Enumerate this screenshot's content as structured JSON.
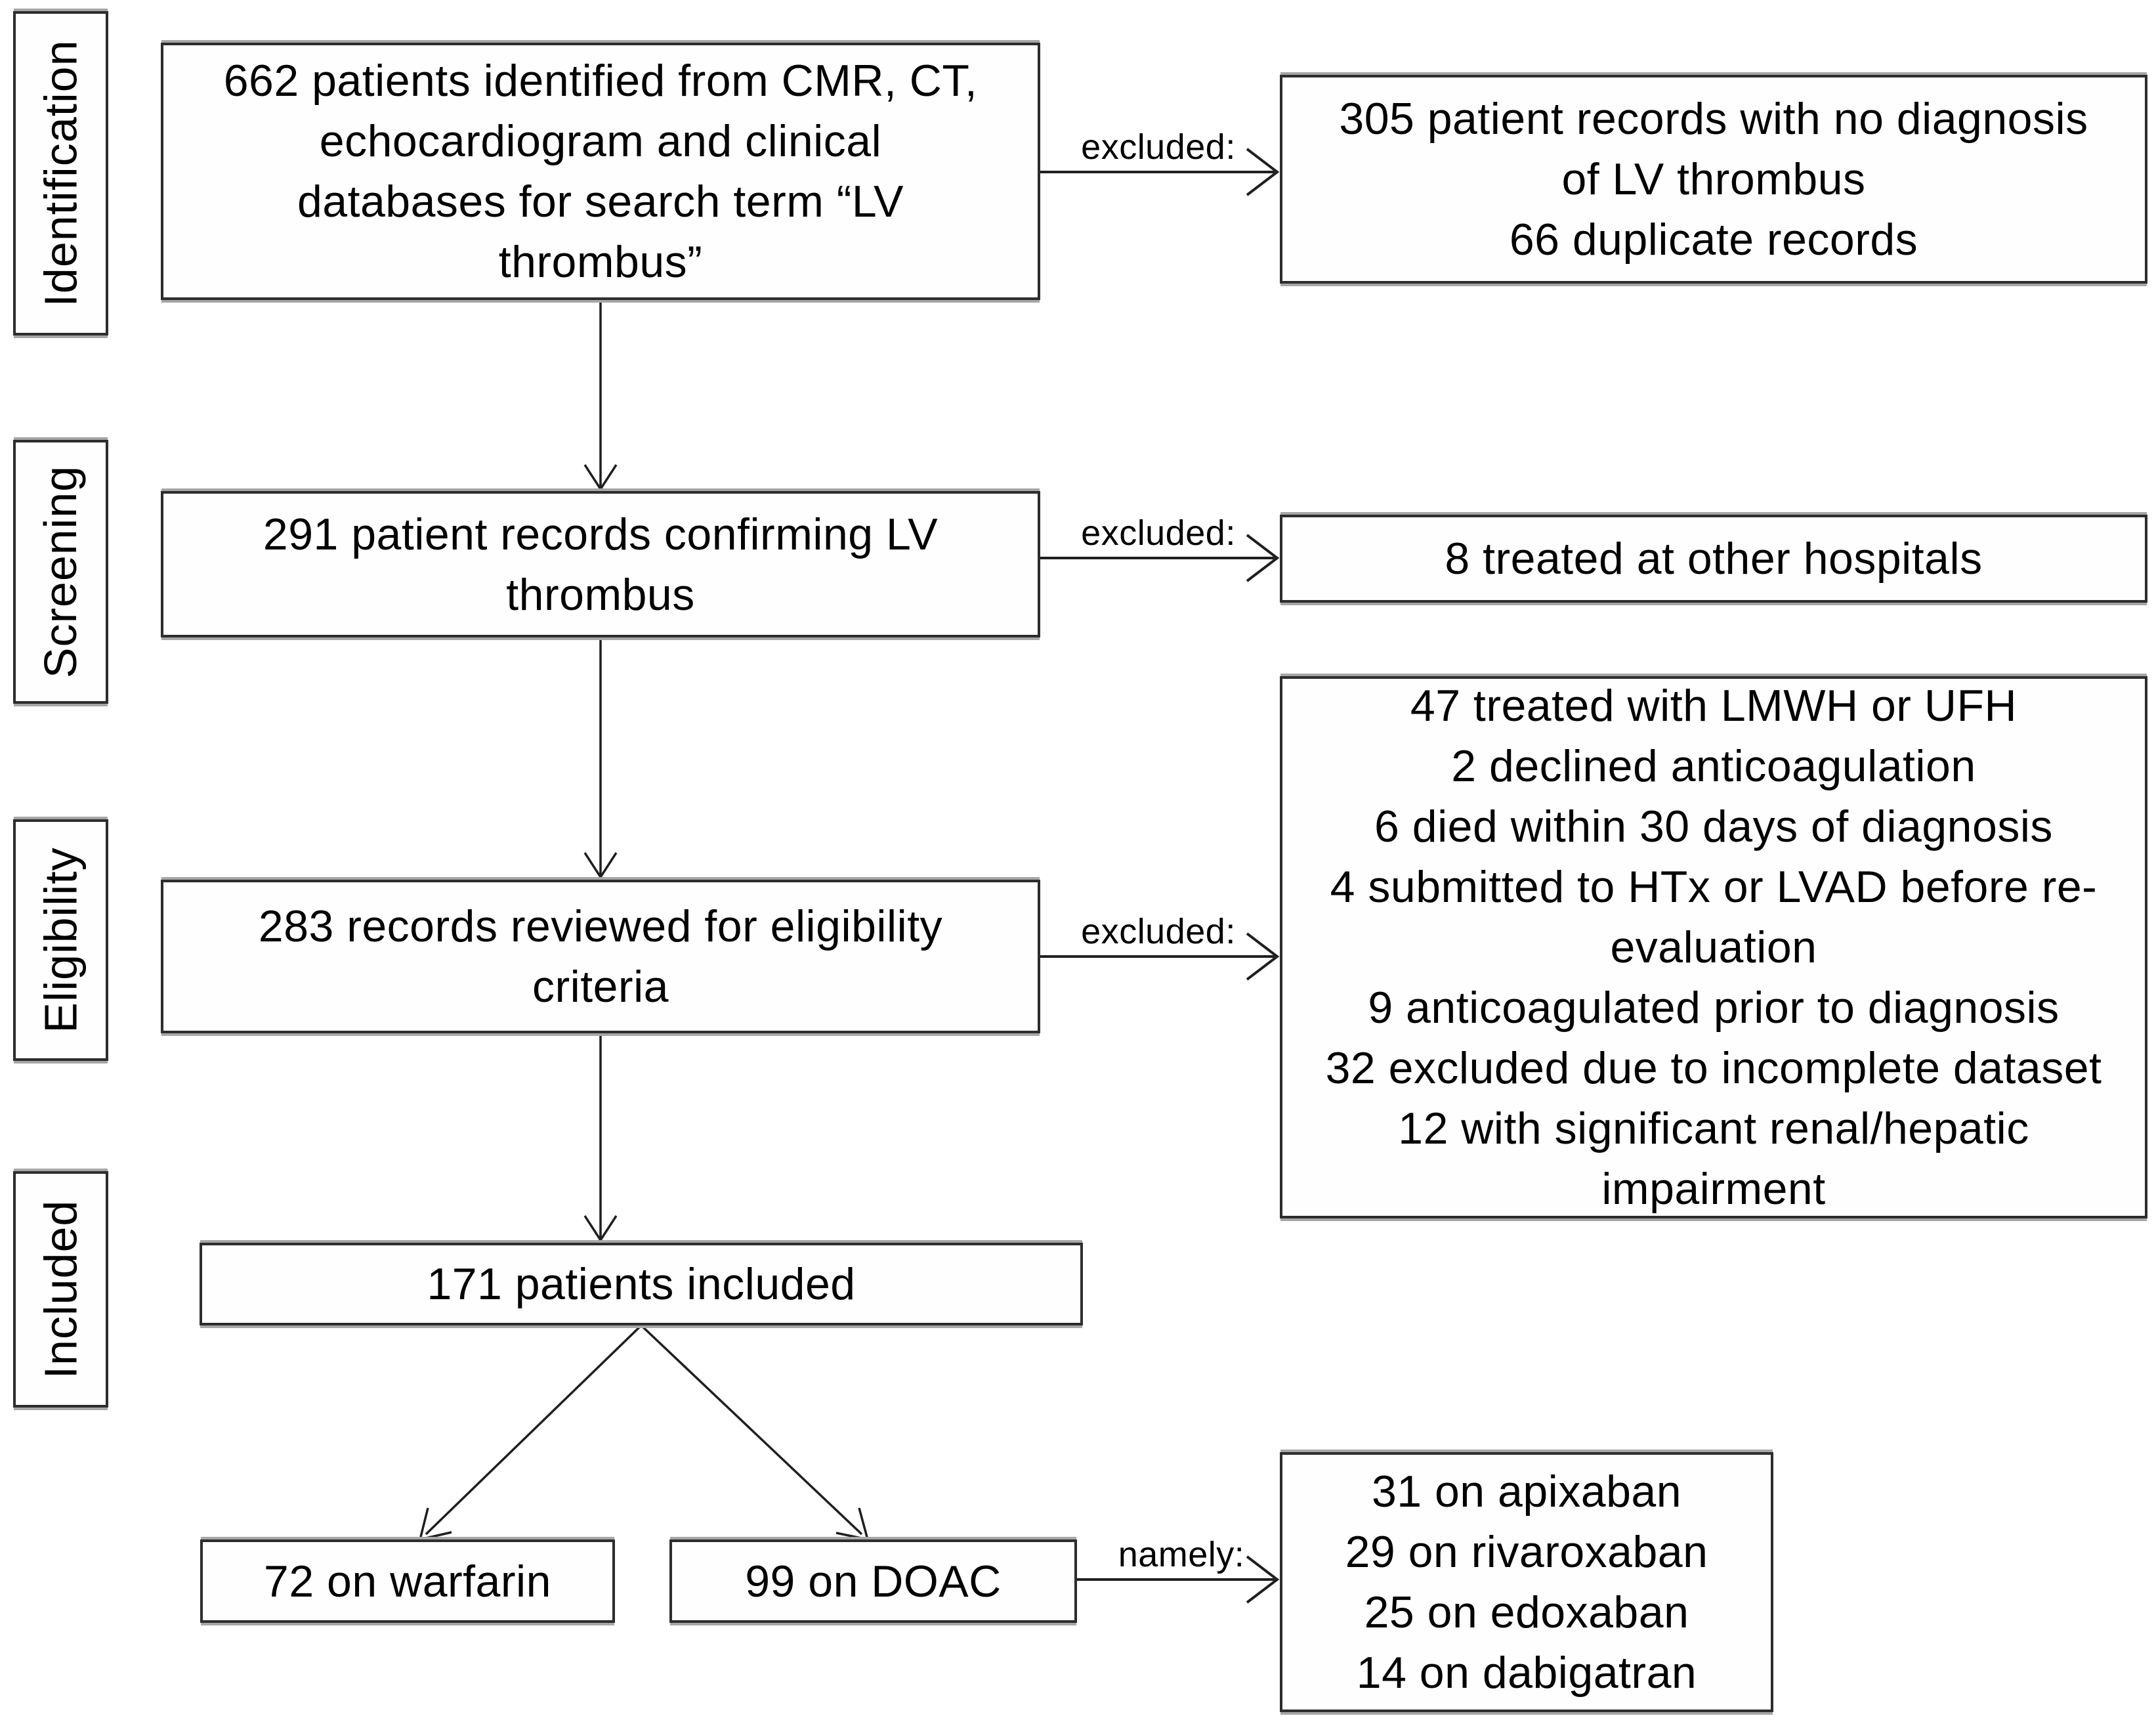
{
  "diagram": {
    "type": "patient-flow-chart",
    "stages": [
      "Identification",
      "Screening",
      "Eligibility",
      "Included"
    ],
    "boxes": {
      "identified": {
        "lines": [
          "662 patients identified from CMR, CT,",
          "echocardiogram and clinical",
          "databases for search term “LV",
          "thrombus”"
        ]
      },
      "confirmed": {
        "lines": [
          "291 patient records confirming LV",
          "thrombus"
        ]
      },
      "reviewed": {
        "lines": [
          "283 records reviewed for eligibility",
          "criteria"
        ]
      },
      "included": {
        "lines": [
          "171 patients included"
        ]
      },
      "warfarin": {
        "lines": [
          "72 on warfarin"
        ]
      },
      "doac": {
        "lines": [
          "99 on DOAC"
        ]
      }
    },
    "exclusion_boxes": {
      "no_diagnosis": {
        "lines": [
          "305 patient records with no diagnosis",
          "of LV thrombus",
          "66 duplicate records"
        ]
      },
      "other_hospitals": {
        "lines": [
          "8 treated at other hospitals"
        ]
      },
      "eligibility_reasons": {
        "lines": [
          "47 treated with LMWH or UFH",
          "2 declined anticoagulation",
          "6 died within 30 days of diagnosis",
          "4 submitted to HTx or LVAD before re-",
          "evaluation",
          "9 anticoagulated prior to diagnosis",
          "32 excluded due to incomplete dataset",
          "12 with significant renal/hepatic",
          "impairment"
        ]
      },
      "doac_breakdown": {
        "lines": [
          "31 on apixaban",
          "29 on rivaroxaban",
          "25 on edoxaban",
          "14 on dabigatran"
        ]
      }
    },
    "arrows": {
      "labels": [
        "excluded:",
        "excluded:",
        "excluded:",
        "namely:"
      ]
    },
    "colors": {
      "line": "#1f1f1f",
      "border": "#2d2d2d",
      "text": "#000000",
      "background": "#ffffff"
    }
  }
}
